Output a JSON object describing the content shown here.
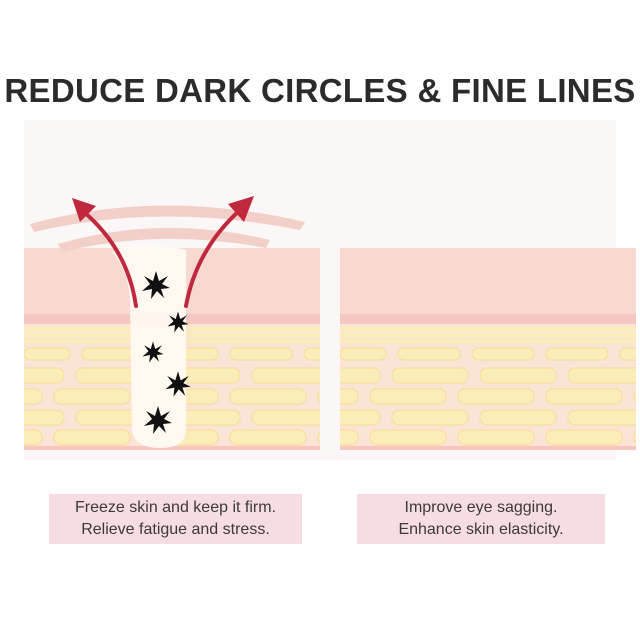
{
  "title": "REDUCE DARK CIRCLES & FINE LINES",
  "panels": [
    {
      "name": "treated-skin",
      "caption": [
        "Freeze skin and keep it firm.",
        "Relieve fatigue and stress."
      ]
    },
    {
      "name": "untreated-skin",
      "caption": [
        "Improve eye sagging.",
        "Enhance skin elasticity."
      ]
    }
  ],
  "colors": {
    "skin_top": "#f8d9d2",
    "skin_line": "#f1b9b3",
    "cell_fill": "#fbedb8",
    "cell_stroke": "#f7dc93",
    "arrow": "#c0283e",
    "caption_bg": "#f7dde2",
    "particle": "#111111"
  },
  "icons": [
    "left-curved-arrow-icon",
    "right-curved-arrow-icon",
    "snowflake-star-icon"
  ]
}
